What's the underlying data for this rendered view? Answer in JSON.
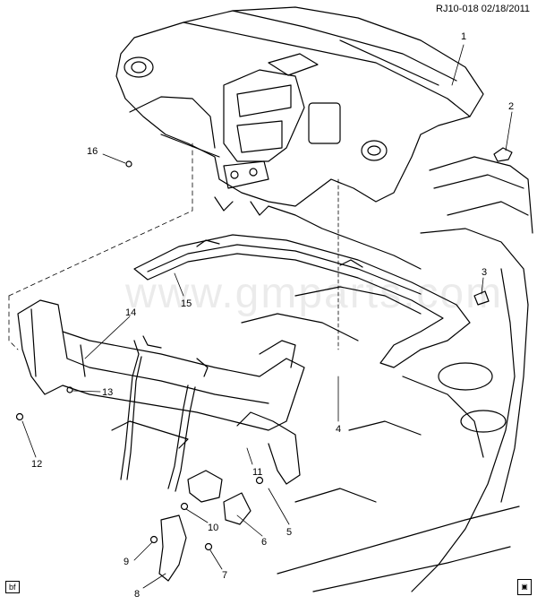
{
  "header": {
    "ref": "RJ10-018 02/18/2011"
  },
  "watermark": "www.gmparts.com",
  "badge": "bf",
  "callouts": [
    {
      "id": "1",
      "label": "1"
    },
    {
      "id": "2",
      "label": "2"
    },
    {
      "id": "3",
      "label": "3"
    },
    {
      "id": "4",
      "label": "4"
    },
    {
      "id": "5",
      "label": "5"
    },
    {
      "id": "6",
      "label": "6"
    },
    {
      "id": "7",
      "label": "7"
    },
    {
      "id": "8",
      "label": "8"
    },
    {
      "id": "9",
      "label": "9"
    },
    {
      "id": "10",
      "label": "10"
    },
    {
      "id": "11",
      "label": "11"
    },
    {
      "id": "12",
      "label": "12"
    },
    {
      "id": "13",
      "label": "13"
    },
    {
      "id": "14",
      "label": "14"
    },
    {
      "id": "15",
      "label": "15"
    },
    {
      "id": "16",
      "label": "16"
    }
  ]
}
